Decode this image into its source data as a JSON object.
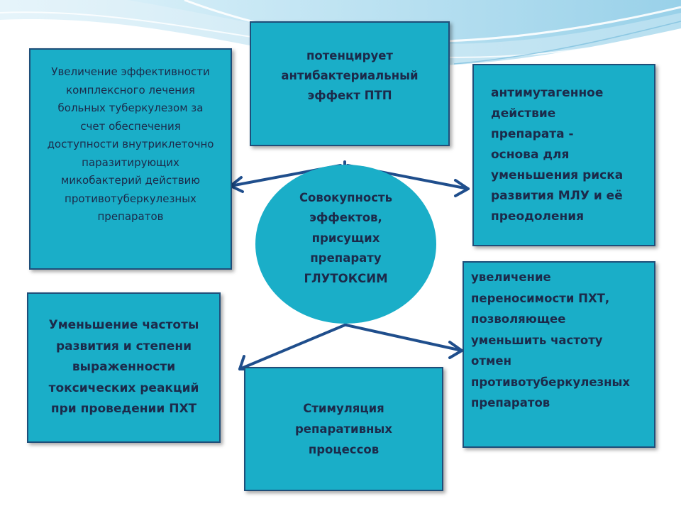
{
  "colors": {
    "box_fill": "#1aaec8",
    "box_border": "#1f4e79",
    "text": "#1c2a4a",
    "arrow": "#1f4e8c",
    "wave_light": "#cfe8f3",
    "wave_mid": "#9fd2e8"
  },
  "center": {
    "text": "Совокупность\nэффектов,\nприсущих\nпрепарату\nГЛУТОКСИМ"
  },
  "boxes": {
    "left_top": "Увеличение эффективности\nкомплексного лечения\nбольных туберкулезом за\nсчет обеспечения\nдоступности внутриклеточно\nпаразитирующих\nмикобактерий действию\nпротивотуберкулезных\nпрепаратов",
    "top_center": "потенцирует\nантибактериальный\nэффект ПТП",
    "right_top": "антимутагенное\nдействие\nпрепарата -\nоснова для\nуменьшения риска\nразвития МЛУ и её\nпреодоления",
    "left_bottom": "Уменьшение частоты\nразвития и степени\nвыраженности\nтоксических реакций\nпри проведении ПХТ",
    "bottom_center": "Стимуляция\nрепаративных\nпроцессов",
    "right_bottom": "увеличение\nпереносимости ПХТ,\nпозволяющее\nуменьшить частоту\nотмен\nпротивотуберкулезных\nпрепаратов"
  }
}
